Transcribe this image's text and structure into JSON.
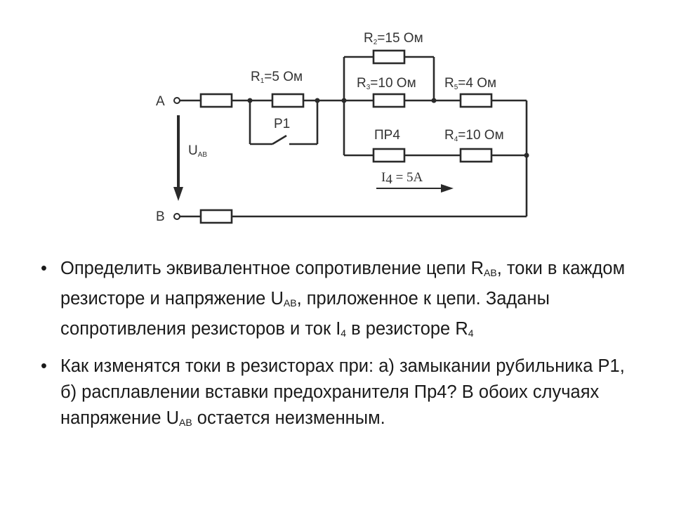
{
  "diagram": {
    "terminal_a": "A",
    "terminal_b": "B",
    "voltage_label": "U",
    "voltage_sub": "AB",
    "r1": {
      "name": "R",
      "sub": "1",
      "value": "=5 Ом"
    },
    "r2": {
      "name": "R",
      "sub": "2",
      "value": "=15 Ом"
    },
    "r3": {
      "name": "R",
      "sub": "3",
      "value": "=10 Ом"
    },
    "r5": {
      "name": "R",
      "sub": "5",
      "value": "=4 Ом"
    },
    "r4": {
      "name": "R",
      "sub": "4",
      "value": "=10 Ом"
    },
    "switch_label": "P1",
    "fuse_label": "ПР4",
    "current": {
      "name": "I",
      "sub": "4",
      "value": " = 5A"
    }
  },
  "bullets": [
    {
      "symbol": "•",
      "t1": "Определить эквивалентное сопротивление цепи R",
      "s1": "AB",
      "t2": ", токи в каждом резисторе и напряжение U",
      "s2": "AB",
      "t3": ", приложенное к цепи. Заданы сопротивления резисторов и ток  I",
      "s3": "4",
      "t4": " в резисторе R",
      "s4": "4"
    },
    {
      "symbol": "•",
      "t1": "Как изменятся токи в резисторах при: а) замыкании рубильника Р1, б) расплавлении вставки предохранителя Пр4? В обоих случаях напряжение U",
      "s1": "АВ",
      "t2": " остается неизменным."
    }
  ]
}
